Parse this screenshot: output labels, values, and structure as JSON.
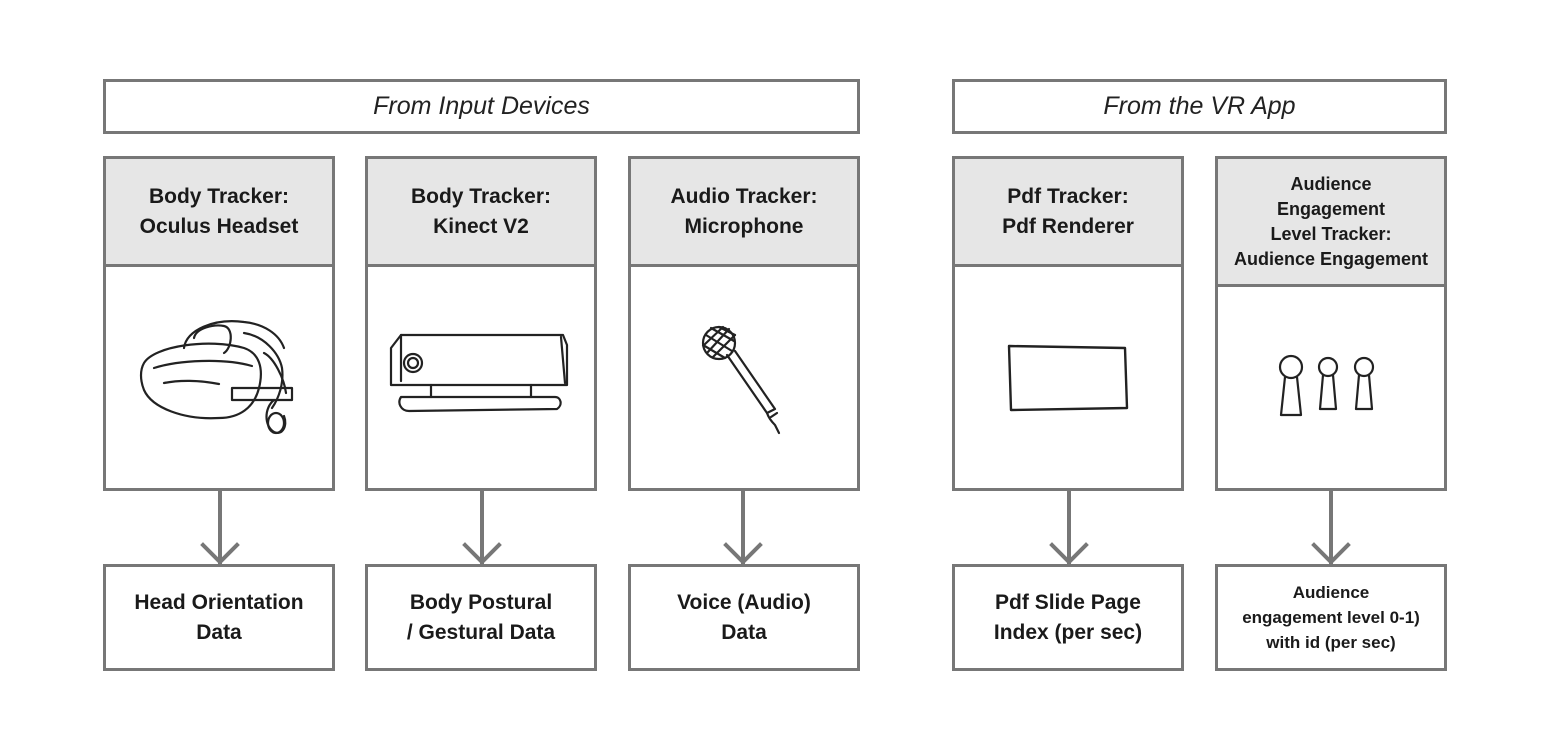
{
  "groups": {
    "input_devices": {
      "label": "From Input Devices"
    },
    "vr_app": {
      "label": "From the VR App"
    }
  },
  "trackers": [
    {
      "title": "Body Tracker:\nOculus Headset",
      "icon": "vr-headset-icon",
      "output": "Head Orientation\nData"
    },
    {
      "title": "Body Tracker:\nKinect V2",
      "icon": "kinect-sensor-icon",
      "output": "Body Postural\n/ Gestural Data"
    },
    {
      "title": "Audio Tracker:\nMicrophone",
      "icon": "microphone-icon",
      "output": "Voice (Audio)\nData"
    },
    {
      "title": "Pdf Tracker:\nPdf Renderer",
      "icon": "slide-screen-icon",
      "output": "Pdf Slide Page\nIndex (per sec)"
    },
    {
      "title": "Audience\nEngagement\nLevel Tracker:\nAudience Engagement",
      "icon": "audience-figures-icon",
      "output": "Audience\nengagement level 0-1)\nwith id (per sec)"
    }
  ],
  "colors": {
    "border": "#777777",
    "title_fill": "#e6e6e6",
    "text": "#1a1a1a"
  }
}
